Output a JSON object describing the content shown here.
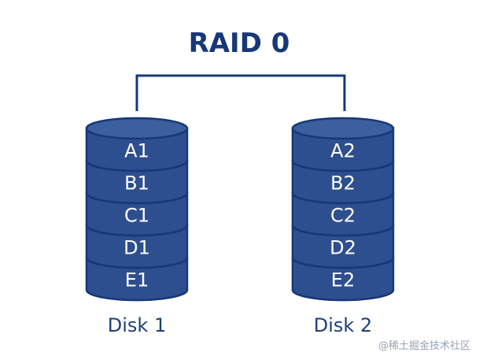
{
  "title": "RAID 0",
  "colors": {
    "disk_fill": "#2e4f8f",
    "disk_top": "#3c5f9e",
    "stroke": "#173878",
    "title": "#173878",
    "line": "#173878",
    "label_text": "#ffffff",
    "disk_label": "#1f3f7a",
    "watermark": "#9aa3b2"
  },
  "disks": [
    {
      "name": "Disk 1",
      "blocks": [
        "A1",
        "B1",
        "C1",
        "D1",
        "E1"
      ]
    },
    {
      "name": "Disk 2",
      "blocks": [
        "A2",
        "B2",
        "C2",
        "D2",
        "E2"
      ]
    }
  ],
  "watermark": "@稀土掘金技术社区"
}
